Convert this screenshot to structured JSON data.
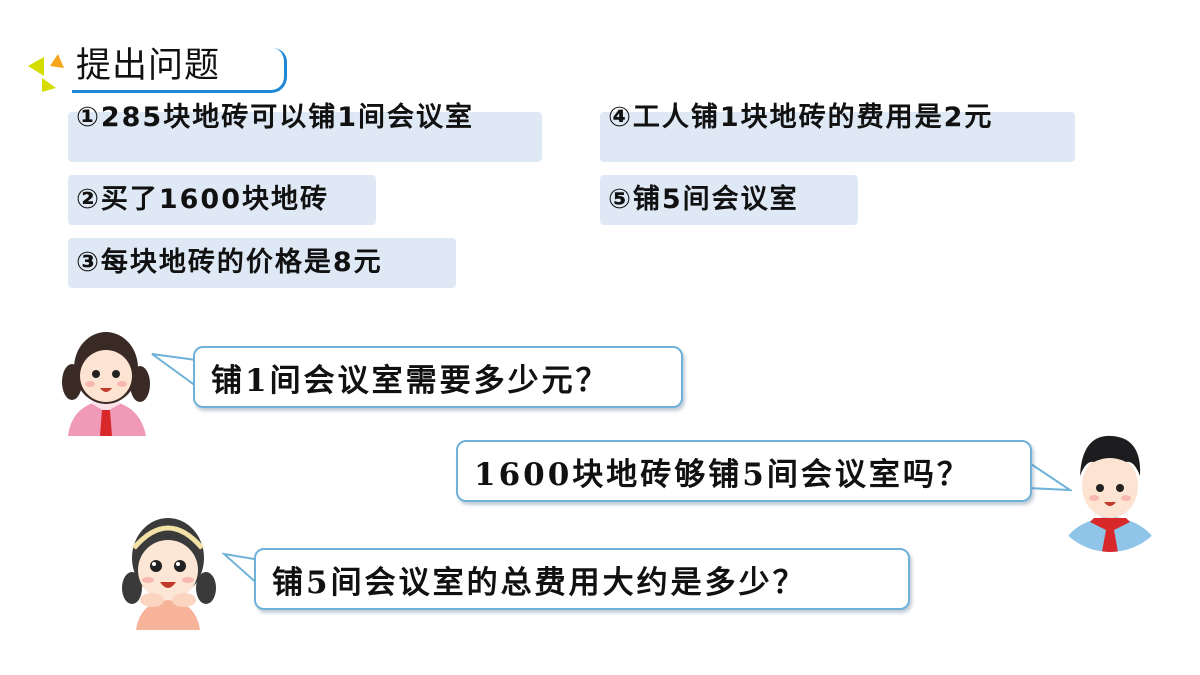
{
  "header": {
    "title": "提出问题",
    "accent_color": "#1e88d6",
    "deco_colors": [
      "#d4dc00",
      "#f4a51c"
    ]
  },
  "conditions": [
    {
      "id": "1",
      "text": "①285块地砖可以铺1间会议室"
    },
    {
      "id": "2",
      "text": "②买了1600块地砖"
    },
    {
      "id": "3",
      "text": "③每块地砖的价格是8元"
    },
    {
      "id": "4",
      "text": "④工人铺1块地砖的费用是2元"
    },
    {
      "id": "5",
      "text": "⑤铺5间会议室"
    }
  ],
  "questions": [
    {
      "speaker": "girl-pigtails",
      "text": "铺1间会议室需要多少元？"
    },
    {
      "speaker": "boy",
      "text": "1600块地砖够铺5间会议室吗？"
    },
    {
      "speaker": "girl-headband",
      "text": "铺5间会议室的总费用大约是多少？"
    }
  ],
  "colors": {
    "condition_bg": "#dfe9f6",
    "bubble_border": "#6fb2d9"
  }
}
